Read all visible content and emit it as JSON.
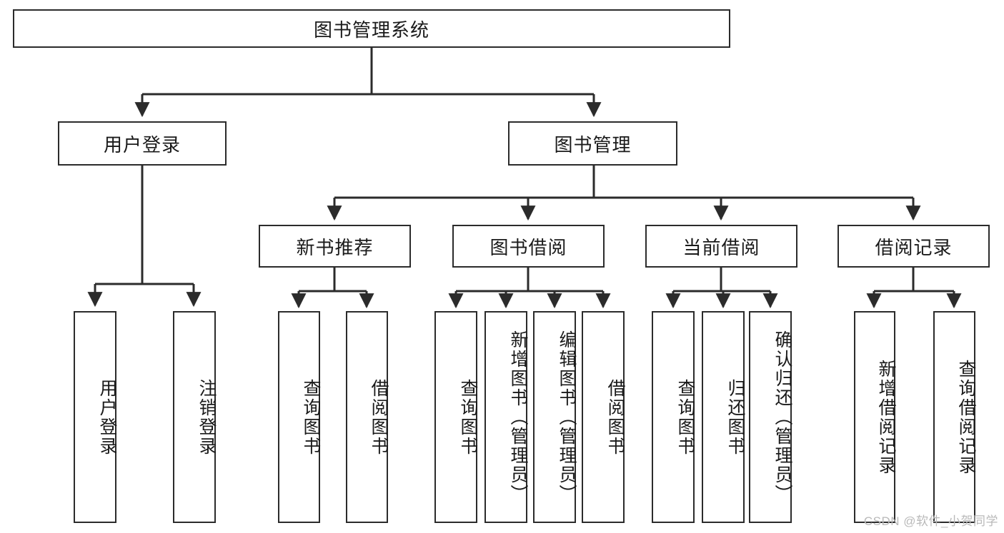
{
  "diagram": {
    "title": "图书管理系统",
    "type": "hierarchy-tree",
    "watermark": "CSDN @软件_小贺同学",
    "colors": {
      "border": "#2b2b2b",
      "text": "#1a1a1a",
      "background": "#ffffff",
      "watermark": "#b9b9b9"
    },
    "root": {
      "label": "图书管理系统"
    },
    "level2": [
      {
        "label": "用户登录"
      },
      {
        "label": "图书管理"
      }
    ],
    "level3": [
      {
        "label": "新书推荐"
      },
      {
        "label": "图书借阅"
      },
      {
        "label": "当前借阅"
      },
      {
        "label": "借阅记录"
      }
    ],
    "leaves": {
      "user_login": [
        {
          "label": "用户登录"
        },
        {
          "label": "注销登录"
        }
      ],
      "new_book_recommend": [
        {
          "label": "查询图书"
        },
        {
          "label": "借阅图书"
        }
      ],
      "book_borrow": [
        {
          "label": "查询图书"
        },
        {
          "label": "新增图书（管理员）"
        },
        {
          "label": "编辑图书（管理员）"
        },
        {
          "label": "借阅图书"
        }
      ],
      "current_borrow": [
        {
          "label": "查询图书"
        },
        {
          "label": "归还图书"
        },
        {
          "label": "确认归还（管理员）"
        }
      ],
      "borrow_record": [
        {
          "label": "新增借阅记录"
        },
        {
          "label": "查询借阅记录"
        }
      ]
    }
  }
}
